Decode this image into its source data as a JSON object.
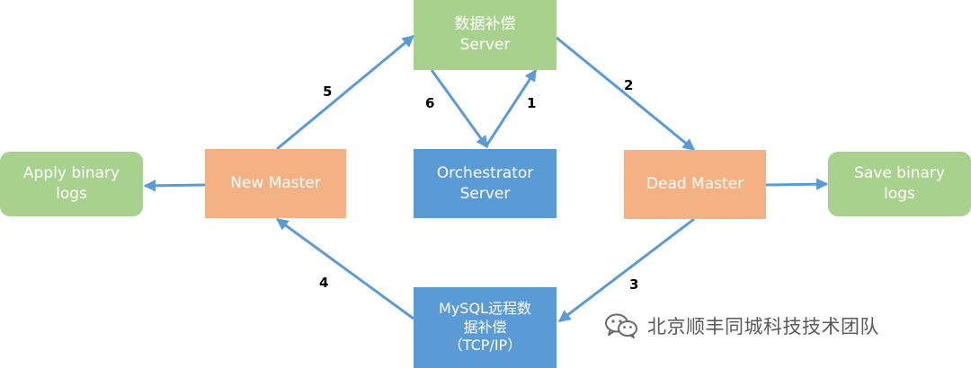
{
  "nodes": {
    "compensation_server": {
      "label": "数据补偿\nServer",
      "color": "#a9d18e"
    },
    "orchestrator_server": {
      "label": "Orchestrator\nServer",
      "color": "#5b9bd5"
    },
    "new_master": {
      "label": "New Master",
      "color": "#f4b183"
    },
    "dead_master": {
      "label": "Dead Master",
      "color": "#f4b183"
    },
    "apply_logs": {
      "label": "Apply binary\nlogs",
      "color": "#a9d18e"
    },
    "save_logs": {
      "label": "Save binary\nlogs",
      "color": "#a9d18e"
    },
    "mysql_compensation": {
      "label": "MySQL远程数\n据补偿\n（TCP/IP）",
      "color": "#5b9bd5"
    }
  },
  "edges": {
    "e1": {
      "label": "1"
    },
    "e2": {
      "label": "2"
    },
    "e3": {
      "label": "3"
    },
    "e4": {
      "label": "4"
    },
    "e5": {
      "label": "5"
    },
    "e6": {
      "label": "6"
    }
  },
  "arrow_color": "#5b9bd5",
  "watermark": {
    "text": "北京顺丰同城科技技术团队",
    "icon": "wechat-icon"
  }
}
